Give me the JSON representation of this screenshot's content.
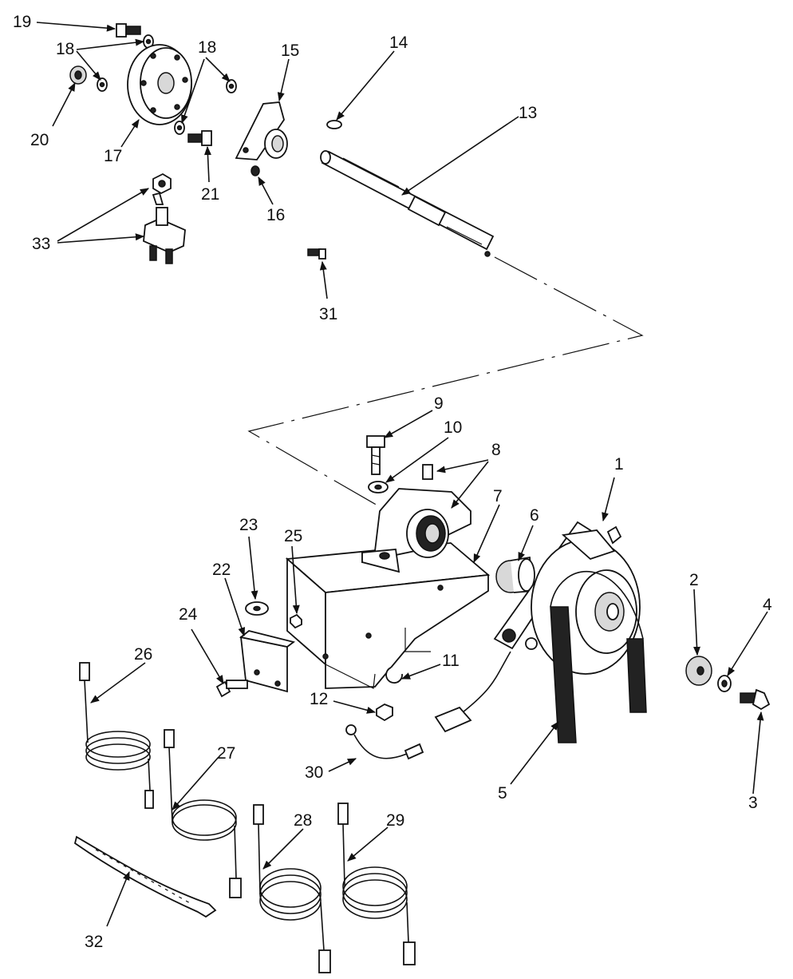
{
  "callouts": [
    "1",
    "2",
    "3",
    "4",
    "5",
    "6",
    "7",
    "8",
    "9",
    "10",
    "11",
    "12",
    "13",
    "14",
    "15",
    "16",
    "17",
    "18",
    "18",
    "19",
    "20",
    "21",
    "22",
    "23",
    "24",
    "25",
    "26",
    "27",
    "28",
    "29",
    "30",
    "31",
    "32",
    "33"
  ]
}
